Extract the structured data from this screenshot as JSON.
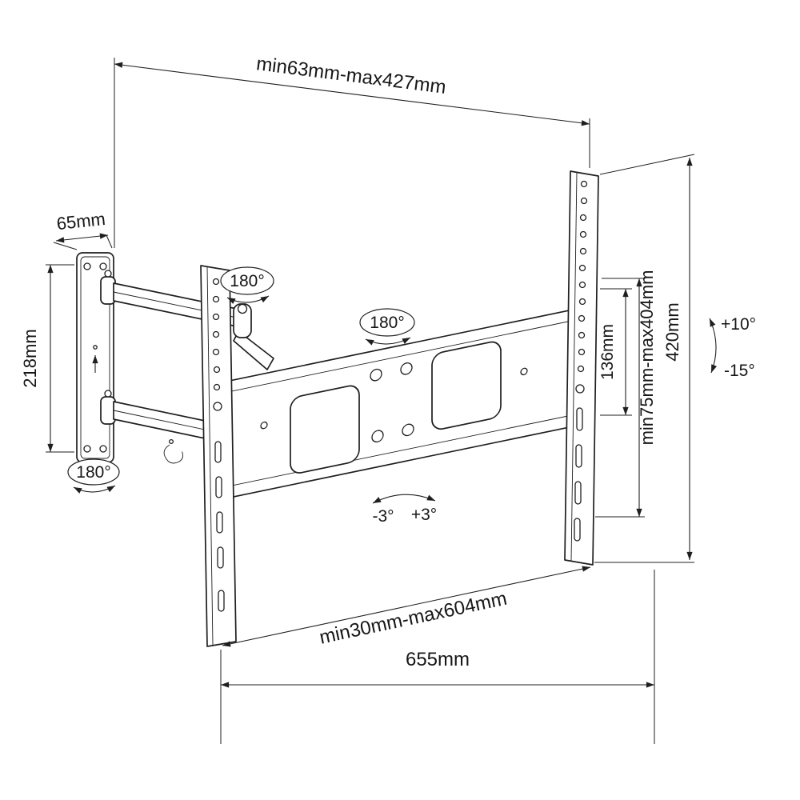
{
  "page": {
    "background": "#ffffff",
    "line_color": "#1f1f1f"
  },
  "diagram": {
    "name": "Articulating TV wall mount dimensional drawing",
    "dimensions": {
      "top_span": "min63mm-max427mm",
      "plate_width": "65mm",
      "plate_height": "218mm",
      "vesa_vertical": "136mm",
      "height_range": "min75mm-max404mm",
      "rail_height": "420mm",
      "bottom_span": "min30mm-max604mm",
      "total_width": "655mm"
    },
    "angles": {
      "swivel_top": "180°",
      "swivel_center": "180°",
      "swivel_bottom": "180°",
      "tilt_up": "+10°",
      "tilt_down": "-15°",
      "level_minus": "-3°",
      "level_plus": "+3°"
    }
  }
}
